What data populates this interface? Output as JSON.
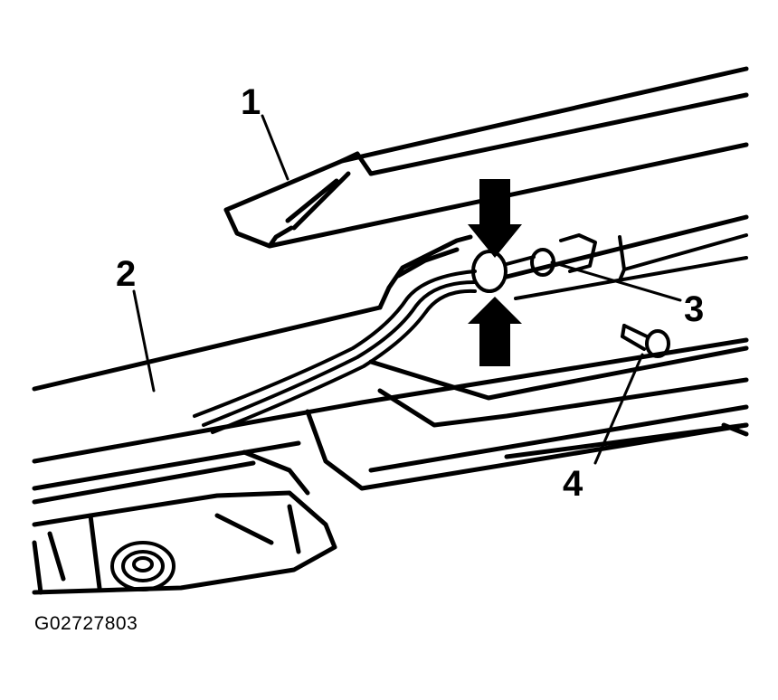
{
  "figure": {
    "code": "G02727803"
  },
  "callouts": [
    {
      "id": "1",
      "label": "1"
    },
    {
      "id": "2",
      "label": "2"
    },
    {
      "id": "3",
      "label": "3"
    },
    {
      "id": "4",
      "label": "4"
    }
  ],
  "colors": {
    "ink": "#000000",
    "paper": "#ffffff"
  },
  "icons": [
    "arrow-down-icon",
    "arrow-up-icon"
  ]
}
